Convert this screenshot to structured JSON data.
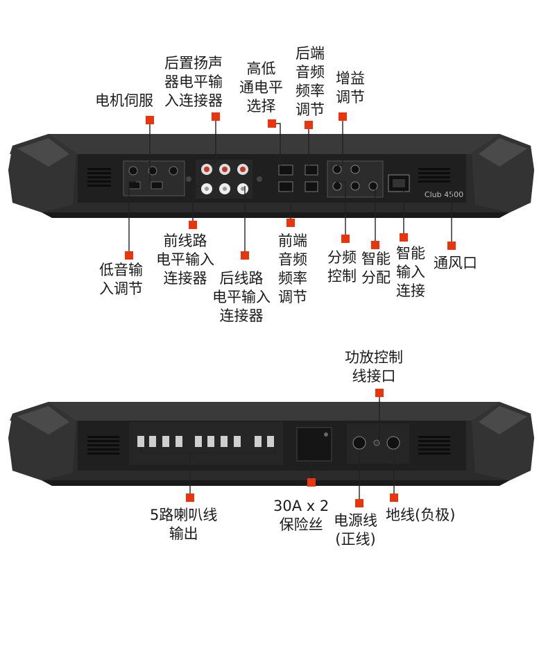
{
  "top_panel": {
    "model_badge": "Club 4500",
    "callouts": [
      {
        "id": "motor-servo",
        "text": "电机伺服"
      },
      {
        "id": "rear-line-input-top",
        "text": "后置扬声\n器电平输\n入连接器"
      },
      {
        "id": "high-low-pass",
        "text": "高低\n通电平\n选择"
      },
      {
        "id": "rear-freq",
        "text": "后端\n音频\n频率\n调节"
      },
      {
        "id": "gain",
        "text": "增益\n调节"
      },
      {
        "id": "bass-input",
        "text": "低音输\n入调节"
      },
      {
        "id": "front-line-input",
        "text": "前线路\n电平输入\n连接器"
      },
      {
        "id": "rear-line-input",
        "text": "后线路\n电平输入\n连接器"
      },
      {
        "id": "front-freq",
        "text": "前端\n音频\n频率\n调节"
      },
      {
        "id": "crossover",
        "text": "分频\n控制"
      },
      {
        "id": "smart-dist",
        "text": "智能\n分配"
      },
      {
        "id": "smart-input",
        "text": "智能\n输入\n连接"
      },
      {
        "id": "vent",
        "text": "通风口"
      }
    ]
  },
  "bottom_panel": {
    "callouts": [
      {
        "id": "amp-control",
        "text": "功放控制\n线接口"
      },
      {
        "id": "speaker-out",
        "text": "5路喇叭线\n输出"
      },
      {
        "id": "fuse",
        "text": "30A x 2\n保险丝"
      },
      {
        "id": "power",
        "text": "电源线\n(正线)"
      },
      {
        "id": "ground",
        "text": "地线(负极)"
      }
    ]
  }
}
